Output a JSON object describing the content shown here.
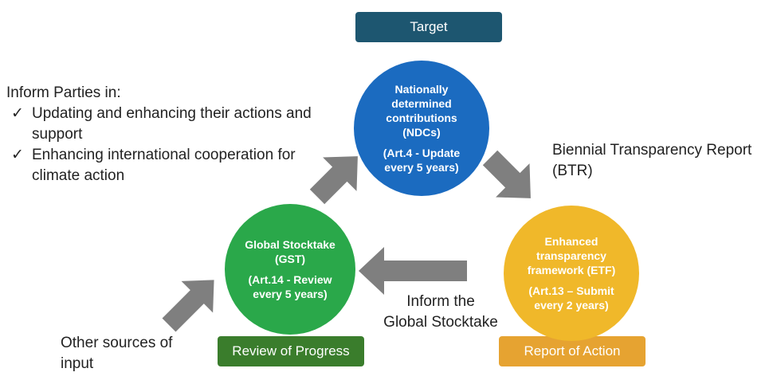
{
  "tags": {
    "target": "Target",
    "review": "Review of Progress",
    "report": "Report of Action"
  },
  "circles": {
    "ndc": {
      "title_lines": [
        "Nationally",
        "determined",
        "contributions (NDCs)"
      ],
      "sub_lines": [
        "(Art.4 - Update",
        "every 5 years)"
      ]
    },
    "gst": {
      "title_lines": [
        "Global Stocktake",
        "(GST)"
      ],
      "sub_lines": [
        "(Art.14 - Review",
        "every 5 years)"
      ]
    },
    "etf": {
      "title_lines": [
        "Enhanced",
        "transparency",
        "framework (ETF)"
      ],
      "sub_lines": [
        "(Art.13 – Submit",
        "every 2 years)"
      ]
    }
  },
  "inform_parties": {
    "heading": "Inform Parties in:",
    "items": [
      "Updating and enhancing their actions and support",
      "Enhancing international cooperation for climate action"
    ]
  },
  "btr_label": {
    "line1": "Biennial Transparency Report",
    "line2": "(BTR)"
  },
  "inform_gst": {
    "line1": "Inform the",
    "line2": "Global Stocktake"
  },
  "other_sources": {
    "line1": "Other sources of",
    "line2": "input"
  },
  "colors": {
    "target_tag": "#1d5670",
    "review_tag": "#3a7d2c",
    "report_tag": "#e6a331",
    "ndc_circle": "#1b6bc0",
    "gst_circle": "#2aa84a",
    "etf_circle": "#f0b82a",
    "arrow": "#7f7f7f"
  }
}
